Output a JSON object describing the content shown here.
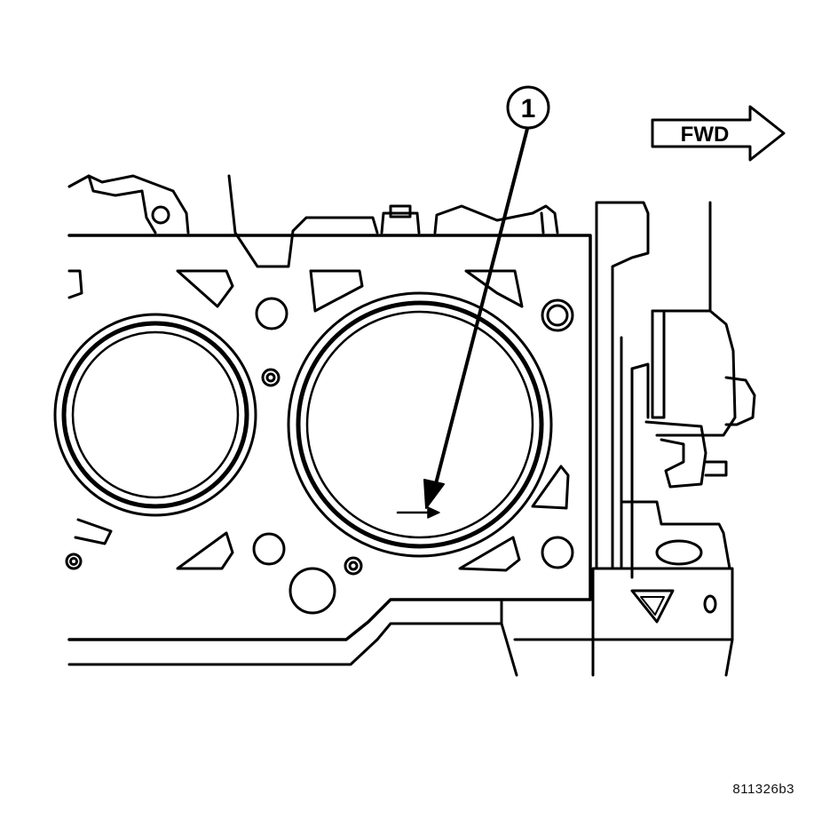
{
  "callouts": [
    {
      "number": "1"
    }
  ],
  "direction_label": "FWD",
  "figure_id": "811326b3",
  "colors": {
    "ink": "#000000",
    "paper": "#ffffff"
  }
}
